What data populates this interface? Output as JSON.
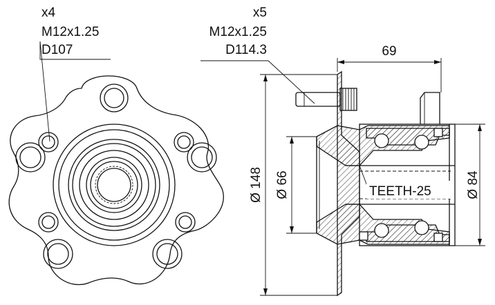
{
  "front_view_note": {
    "count": "x4",
    "thread": "M12x1.25",
    "bolt_circle": "D107"
  },
  "side_view_note": {
    "count": "x5",
    "thread": "M12x1.25",
    "bolt_circle": "D114.3"
  },
  "dimensions": {
    "width": "69",
    "flange_diameter": "Ø 148",
    "pilot_diameter": "Ø 66",
    "bearing_diameter": "Ø 84",
    "spline": "TEETH-25"
  }
}
